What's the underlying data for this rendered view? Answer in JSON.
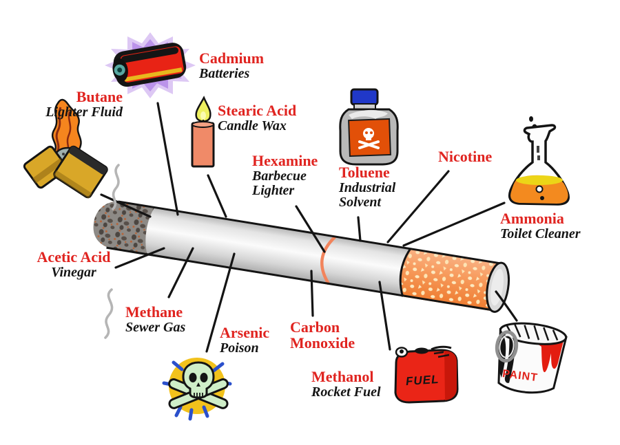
{
  "diagram_subject": "cigarette-toxic-chemicals",
  "colors": {
    "chemical_text": "#e02420",
    "product_text": "#141414",
    "leader_line": "#141414",
    "filter_orange": "#f08c45",
    "ash_gray": "#8d8a86",
    "background": "#ffffff"
  },
  "labels": [
    {
      "id": "cadmium",
      "chemical": "Cadmium",
      "product": "Batteries",
      "icon": "battery-icon"
    },
    {
      "id": "butane",
      "chemical": "Butane",
      "product": "Lighter Fluid",
      "icon": "lighter-icon"
    },
    {
      "id": "stearic-acid",
      "chemical": "Stearic Acid",
      "product": "Candle Wax",
      "icon": "candle-icon"
    },
    {
      "id": "hexamine",
      "chemical": "Hexamine",
      "product": "Barbecue Lighter",
      "icon": ""
    },
    {
      "id": "toluene",
      "chemical": "Toluene",
      "product": "Industrial Solvent",
      "icon": "poison-bottle-icon"
    },
    {
      "id": "nicotine",
      "chemical": "Nicotine",
      "product": "",
      "icon": ""
    },
    {
      "id": "ammonia",
      "chemical": "Ammonia",
      "product": "Toilet Cleaner",
      "icon": "flask-icon"
    },
    {
      "id": "acetic-acid",
      "chemical": "Acetic Acid",
      "product": "Vinegar",
      "icon": ""
    },
    {
      "id": "methane",
      "chemical": "Methane",
      "product": "Sewer Gas",
      "icon": ""
    },
    {
      "id": "arsenic",
      "chemical": "Arsenic",
      "product": "Poison",
      "icon": "skull-crossbones-icon"
    },
    {
      "id": "carbon-monoxide",
      "chemical": "Carbon Monoxide",
      "product": "",
      "icon": ""
    },
    {
      "id": "methanol",
      "chemical": "Methanol",
      "product": "Rocket Fuel",
      "icon": "fuel-can-icon"
    }
  ],
  "icon_texts": {
    "fuel_can": "FUEL",
    "paint_can": "PAINT"
  }
}
